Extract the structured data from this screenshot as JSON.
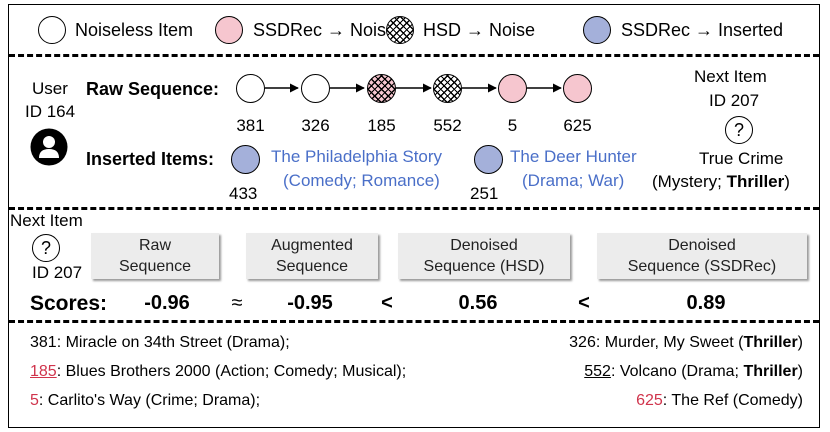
{
  "legend": {
    "noiseless": "Noiseless Item",
    "ssdrec_noise": "SSDRec → Noise",
    "hsd_noise": "HSD → Noise",
    "ssdrec_inserted": "SSDRec → Inserted"
  },
  "user": {
    "line1": "User",
    "line2": "ID 164",
    "icon": "person-icon"
  },
  "raw_sequence": {
    "label": "Raw Sequence:",
    "items": [
      {
        "id": "381",
        "type": "noiseless"
      },
      {
        "id": "326",
        "type": "noiseless"
      },
      {
        "id": "185",
        "type": "hsd-and-ssdrec-noise"
      },
      {
        "id": "552",
        "type": "hsd-noise"
      },
      {
        "id": "5",
        "type": "ssdrec-noise"
      },
      {
        "id": "625",
        "type": "ssdrec-noise"
      }
    ]
  },
  "inserted": {
    "label": "Inserted Items:",
    "items": [
      {
        "id": "433",
        "title": "The Philadelphia Story",
        "genres": "(Comedy; Romance)"
      },
      {
        "id": "251",
        "title": "The Deer Hunter",
        "genres": "(Drama; War)"
      }
    ]
  },
  "next_item_top": {
    "label": "Next Item",
    "id": "ID 207",
    "icon_text": "?",
    "title": "True Crime",
    "genres_pre": "(Mystery; ",
    "genres_bold": "Thriller",
    "genres_post": ")"
  },
  "scores_section": {
    "next_item_label": "Next Item",
    "icon_text": "?",
    "id": "ID 207",
    "boxes": [
      {
        "line1": "Raw",
        "line2": "Sequence"
      },
      {
        "line1": "Augmented",
        "line2": "Sequence"
      },
      {
        "line1": "Denoised",
        "line2": "Sequence (HSD)"
      },
      {
        "line1": "Denoised",
        "line2": "Sequence (SSDRec)"
      }
    ],
    "scores_label": "Scores:",
    "scores": [
      "-0.96",
      "-0.95",
      "0.56",
      "0.89"
    ],
    "operators": [
      "≈",
      "<",
      "<"
    ]
  },
  "items_list": {
    "i381": {
      "id": "381",
      "text": ": Miracle on 34th Street (Drama);"
    },
    "i326": {
      "id": "326",
      "text_pre": ": Murder, My Sweet (",
      "bold": "Thriller",
      "text_post": ")"
    },
    "i185": {
      "id": "185",
      "text": ": Blues Brothers 2000 (Action; Comedy; Musical);"
    },
    "i552": {
      "id": "552",
      "text_pre": ": Volcano (Drama; ",
      "bold": "Thriller",
      "text_post": ")"
    },
    "i5": {
      "id": "5",
      "text": ": Carlito's Way (Crime; Drama);"
    },
    "i625": {
      "id": "625",
      "text": ": The Ref (Comedy)"
    }
  },
  "colors": {
    "ssdrec_noise": "#f6c6cf",
    "ssdrec_inserted": "#a4b0da",
    "inserted_text": "#4a6fc8",
    "noise_id_text": "#d0344c"
  }
}
